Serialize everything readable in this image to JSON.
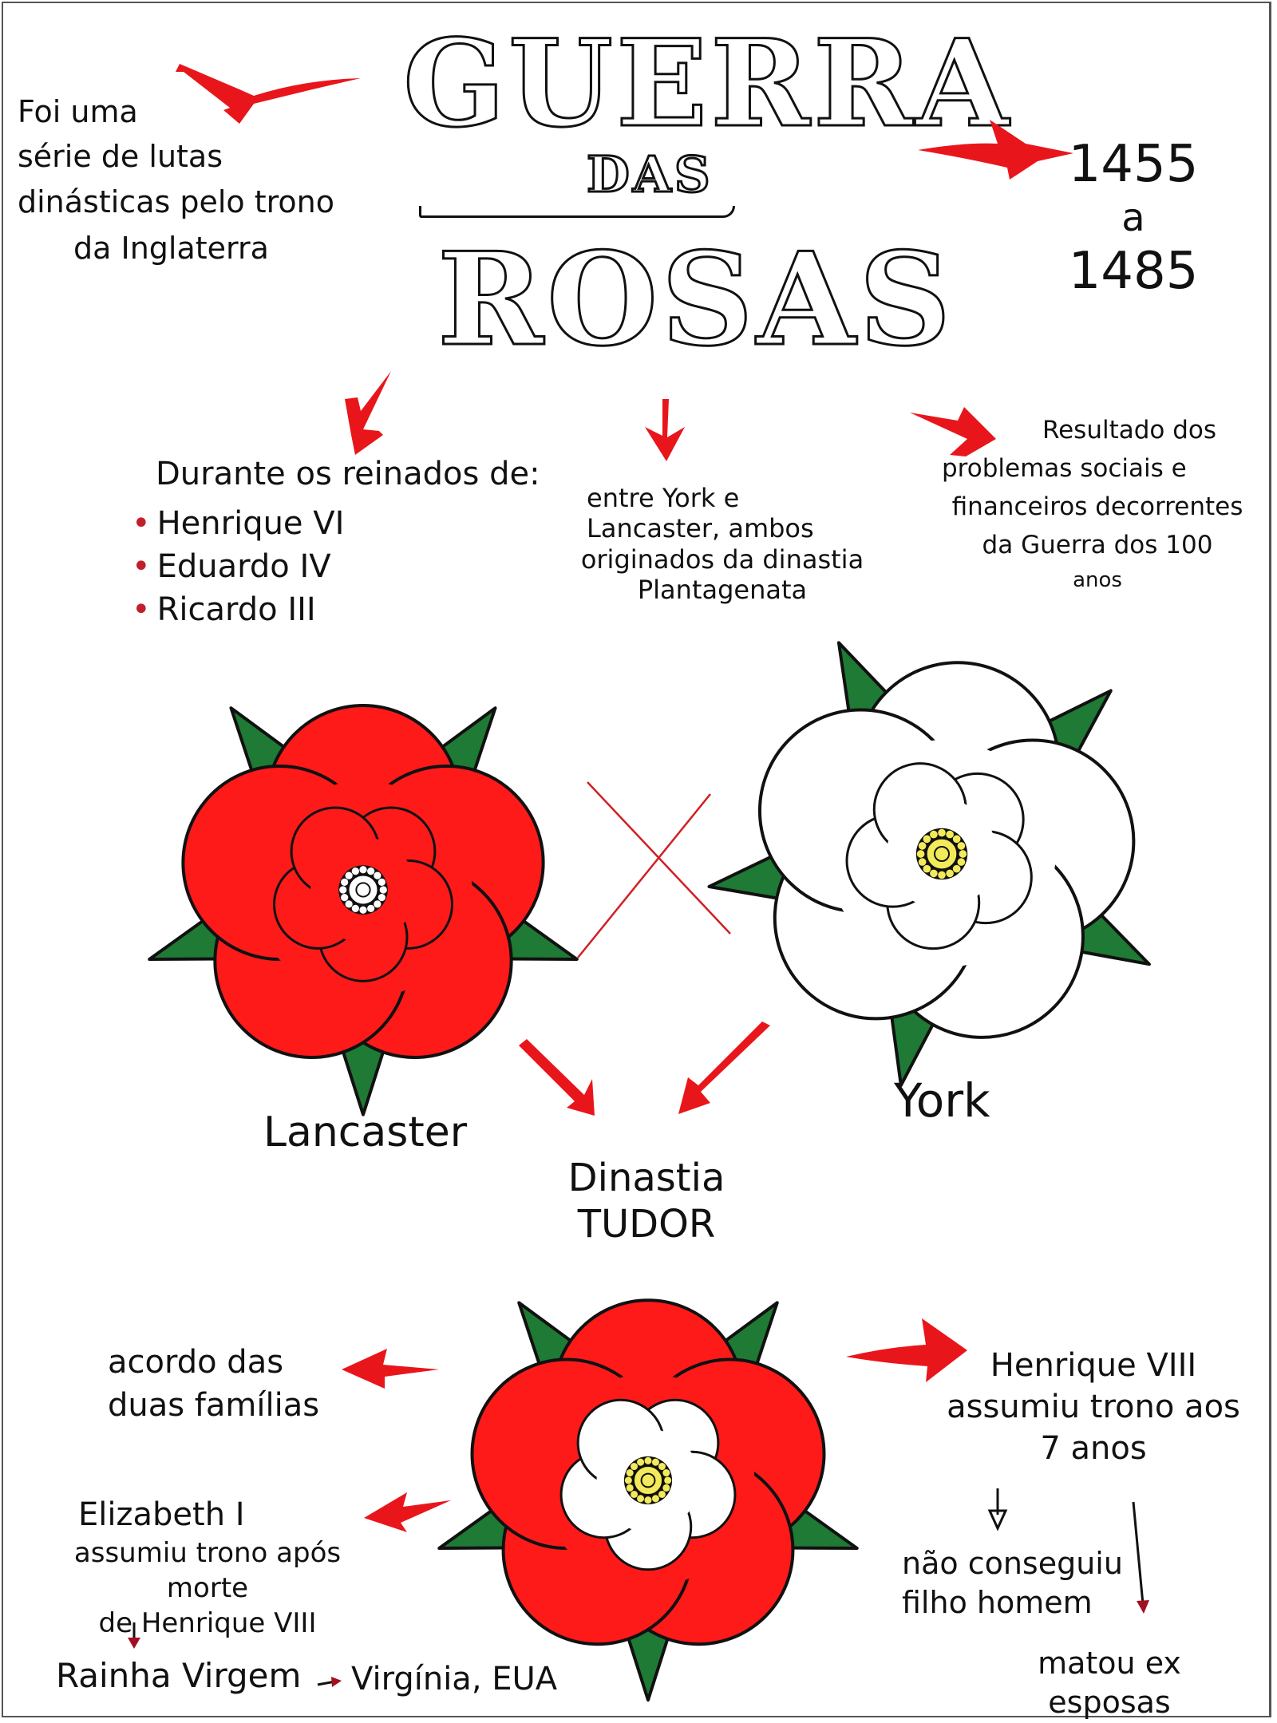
{
  "title": {
    "line1": "GUERRA",
    "line2": "DAS",
    "line3": "ROSAS"
  },
  "intro": {
    "lines": [
      "Foi uma",
      "série de lutas",
      "dinásticas pelo trono",
      "da Inglaterra"
    ]
  },
  "dates": {
    "start": "1455",
    "sep": "a",
    "end": "1485"
  },
  "reigns": {
    "heading": "Durante os reinados de:",
    "items": [
      "Henrique VI",
      "Eduardo IV",
      "Ricardo III"
    ]
  },
  "houses_note": {
    "lines": [
      "entre York e",
      "Lancaster, ambos",
      "originados da dinastia",
      "Plantagenata"
    ]
  },
  "cause": {
    "lines": [
      "Resultado dos",
      "problemas sociais e",
      "financeiros decorrentes",
      "da Guerra dos 100",
      "anos"
    ]
  },
  "roses": {
    "lancaster": {
      "label": "Lancaster",
      "petal_color": "#ff1a1a",
      "center_color": "#ffffff"
    },
    "york": {
      "label": "York",
      "petal_color": "#ffffff",
      "center_color": "#f2ea5a"
    },
    "tudor": {
      "label_line1": "Dinastia",
      "label_line2": "TUDOR",
      "outer_color": "#ff1a1a",
      "inner_color": "#ffffff",
      "center_color": "#f2ea5a"
    },
    "leaf_color": "#1e7a34"
  },
  "tudor_notes": {
    "agreement": [
      "acordo das",
      "duas famílias"
    ],
    "elizabeth": [
      "Elizabeth I",
      "assumiu trono após morte",
      "de Henrique VIII"
    ],
    "virgin_queen": "Rainha Virgem",
    "virginia": "Virgínia, EUA",
    "henry": [
      "Henrique VIII",
      "assumiu trono aos",
      "7 anos"
    ],
    "no_son": [
      "não conseguiu",
      "filho homem"
    ],
    "killed": [
      "matou ex",
      "esposas"
    ]
  },
  "colors": {
    "arrow_red": "#e8161b",
    "ink": "#111111"
  }
}
